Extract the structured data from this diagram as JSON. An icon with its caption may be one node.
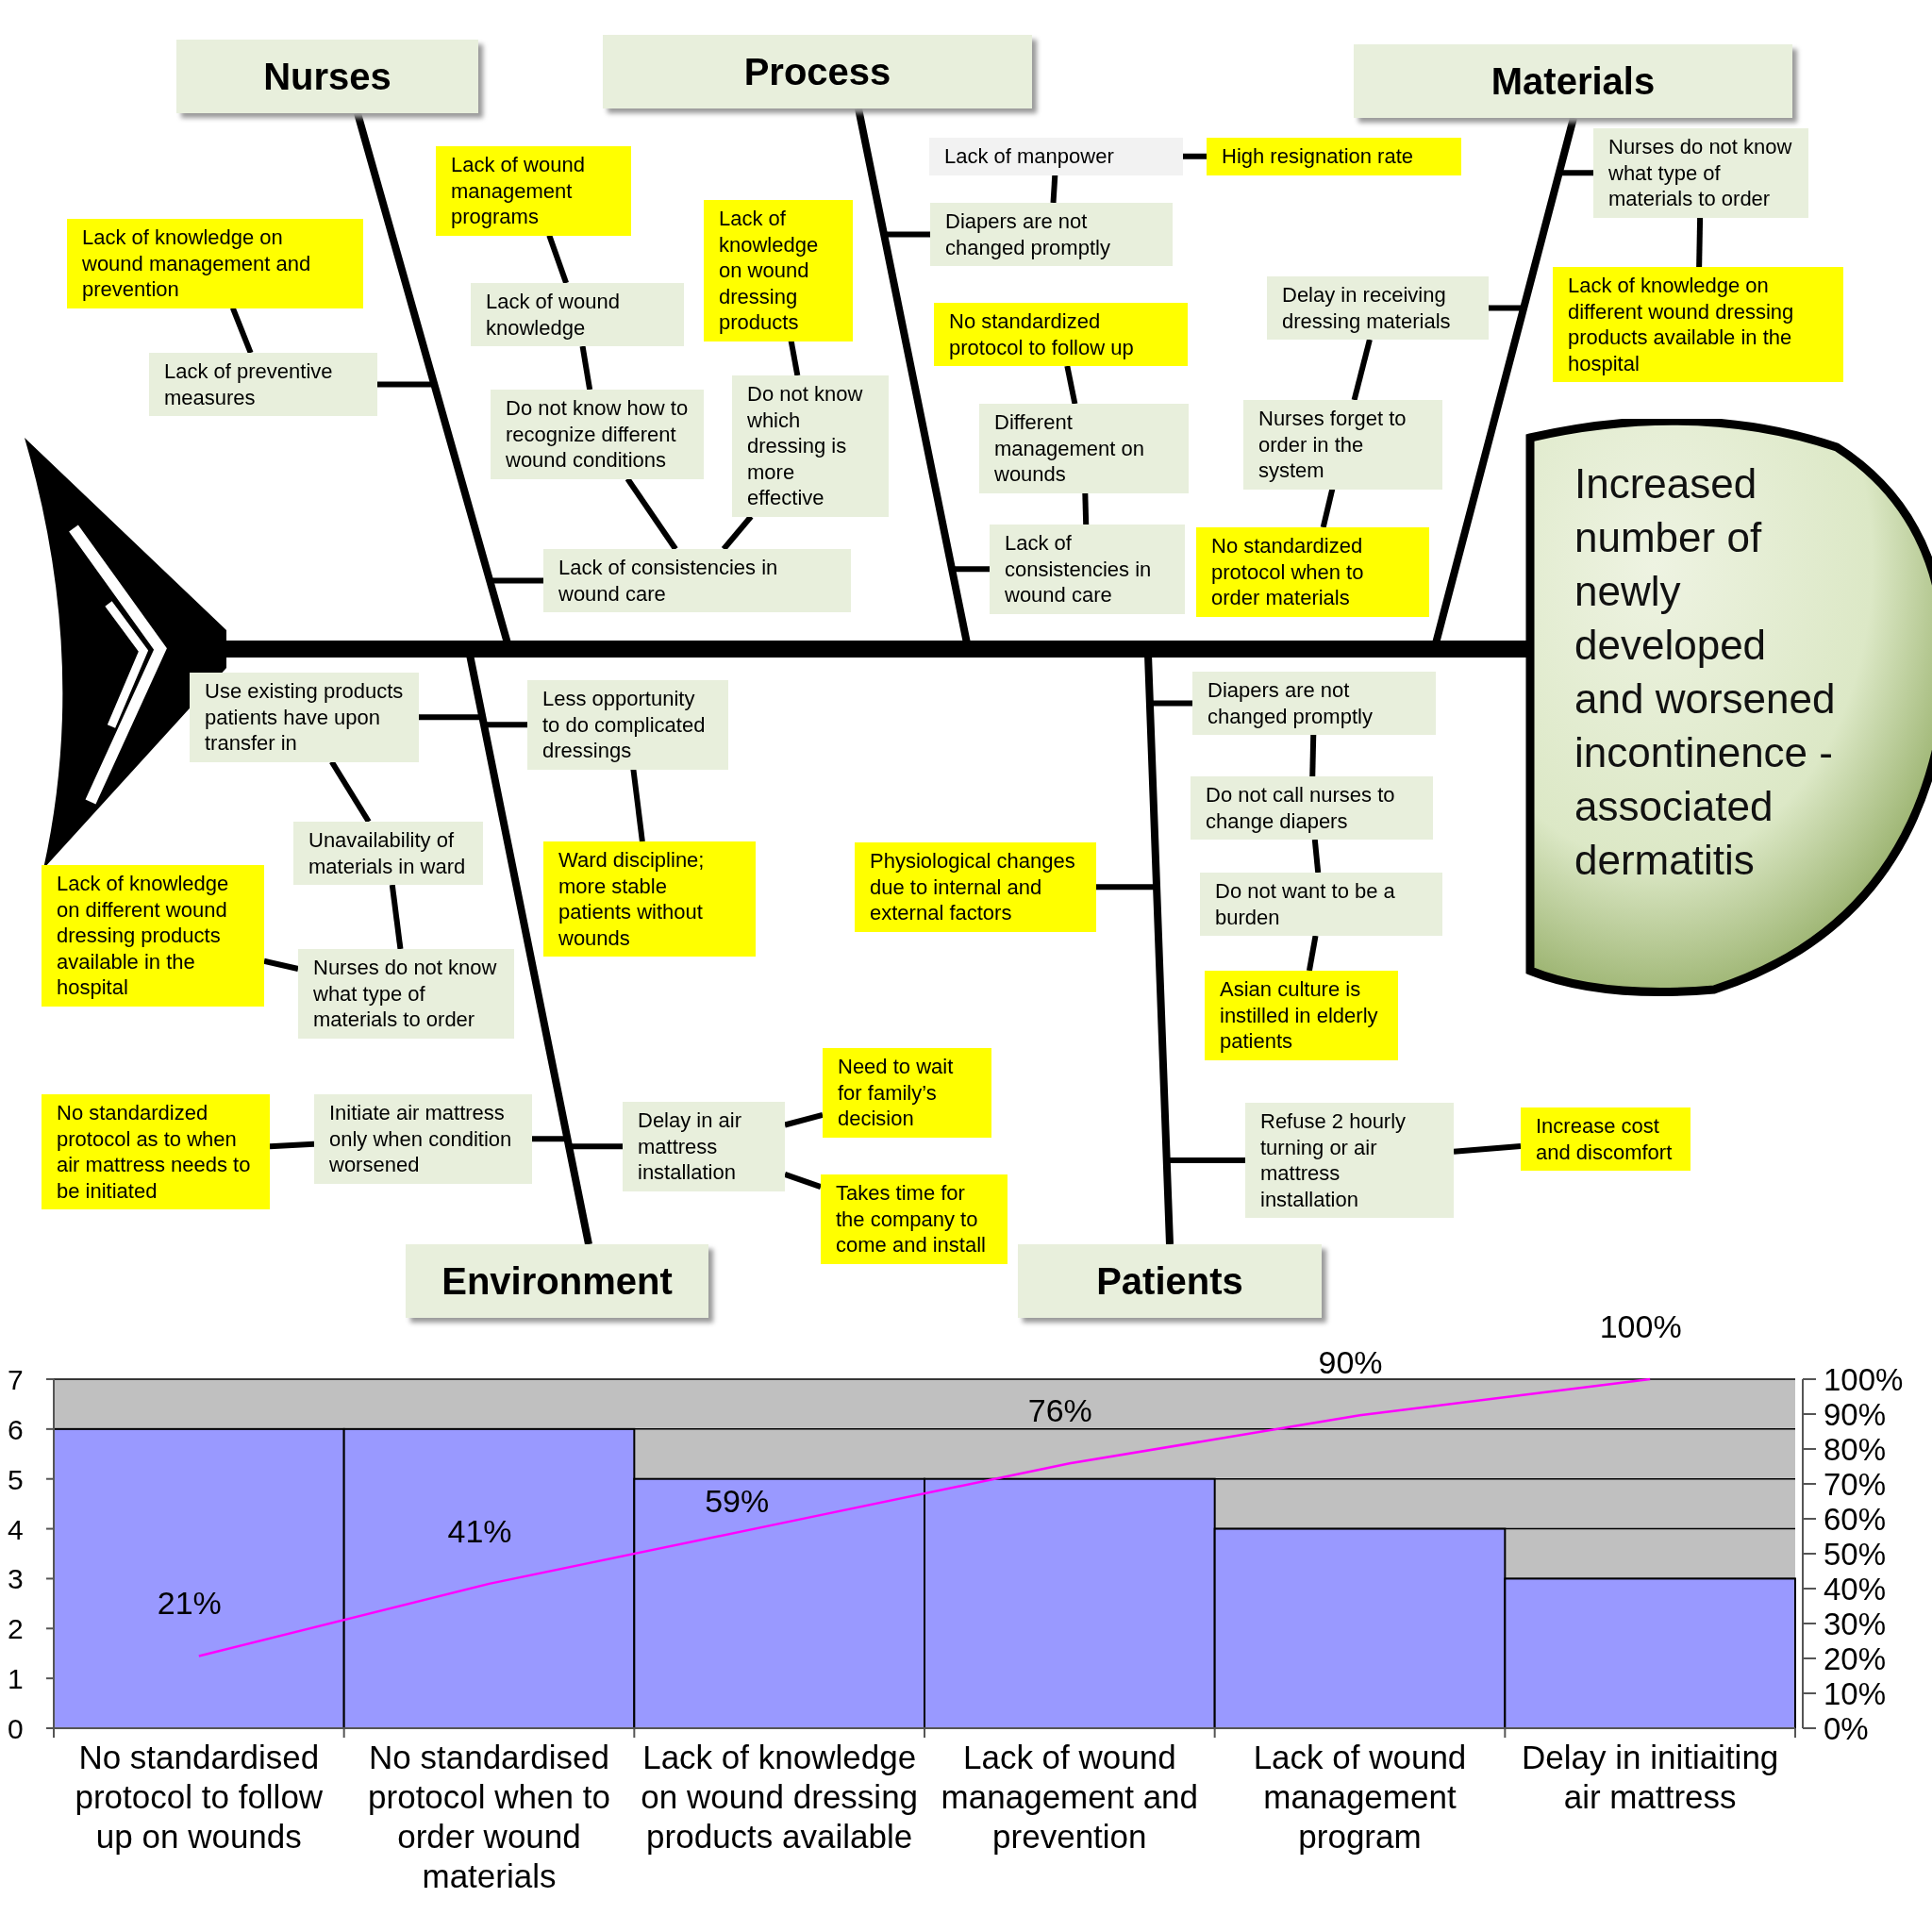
{
  "diagram": {
    "nodes": [
      {
        "text": [
          "Nurses"
        ]
      },
      {
        "text": [
          "Process"
        ]
      },
      {
        "text": [
          "Materials"
        ]
      },
      {
        "text": [
          "Environment"
        ]
      },
      {
        "text": [
          "Patients"
        ]
      },
      {
        "text": [
          "Increased number of newly developed and worsened incontinence -associated dermatitis"
        ]
      },
      {
        "text": [
          "Lack of knowledge on wound management and prevention"
        ]
      },
      {
        "text": [
          "Lack of preventive measures"
        ]
      },
      {
        "text": [
          "Lack of wound management programs"
        ]
      },
      {
        "text": [
          "Lack of wound knowledge"
        ]
      },
      {
        "text": [
          "Do not know how to recognize different wound conditions"
        ]
      },
      {
        "text": [
          "Lack of knowledge on wound dressing products"
        ]
      },
      {
        "text": [
          "Do not know which dressing is more effective"
        ]
      },
      {
        "text": [
          "Lack of consistencies in wound care"
        ]
      },
      {
        "text": [
          "Lack of manpower"
        ]
      },
      {
        "text": [
          "High resignation rate"
        ]
      },
      {
        "text": [
          "Diapers are not changed promptly"
        ]
      },
      {
        "text": [
          "No standardized protocol to follow up"
        ]
      },
      {
        "text": [
          "Different management on wounds"
        ]
      },
      {
        "text": [
          "Lack of consistencies in wound care"
        ]
      },
      {
        "text": [
          "Delay in receiving dressing materials"
        ]
      },
      {
        "text": [
          "Nurses forget to order in the system"
        ]
      },
      {
        "text": [
          "No standardized protocol when to order materials"
        ]
      },
      {
        "text": [
          "Nurses do not know what type of materials to order"
        ]
      },
      {
        "text": [
          "Lack of knowledge on different wound dressing products available in the hospital"
        ]
      },
      {
        "text": [
          "Use existing products patients have upon transfer in"
        ]
      },
      {
        "text": [
          "Unavailability of materials in ward"
        ]
      },
      {
        "text": [
          "Nurses do not know what type of materials to order"
        ]
      },
      {
        "text": [
          "Lack of knowledge on different wound dressing products available in the hospital"
        ]
      },
      {
        "text": [
          "Initiate air mattress only when condition worsened"
        ]
      },
      {
        "text": [
          "No standardized protocol as to when air mattress needs to be initiated"
        ]
      },
      {
        "text": [
          "Less opportunity to do complicated dressings"
        ]
      },
      {
        "text": [
          "Ward discipline; more stable patients without wounds"
        ]
      },
      {
        "text": [
          "Delay in air mattress installation"
        ]
      },
      {
        "text": [
          "Need to wait for family’s decision"
        ]
      },
      {
        "text": [
          "Takes time for the company to come and install"
        ]
      },
      {
        "text": [
          "Physiological changes due to internal and external factors"
        ]
      },
      {
        "text": [
          "Diapers are not changed promptly"
        ]
      },
      {
        "text": [
          "Do not call nurses to change diapers"
        ]
      },
      {
        "text": [
          "Do not want to be a burden"
        ]
      },
      {
        "text": [
          "Asian culture is instilled in elderly patients"
        ]
      },
      {
        "text": [
          "Refuse 2 hourly turning or air mattress installation"
        ]
      },
      {
        "text": [
          "Increase cost and discomfort"
        ]
      },
      {
        "text": [],
        "shape": "picture"
      }
    ],
    "edges": [
      {
        "from": 0,
        "to": 5,
        "arrow": "none"
      },
      {
        "from": 1,
        "to": 5,
        "arrow": "none"
      },
      {
        "from": 2,
        "to": 5,
        "arrow": "none"
      },
      {
        "from": 3,
        "to": 5,
        "arrow": "none"
      },
      {
        "from": 4,
        "to": 5,
        "arrow": "none"
      },
      {
        "from": 6,
        "to": 7,
        "arrow": "none"
      },
      {
        "from": 7,
        "to": null,
        "arrow": "none"
      },
      {
        "from": 8,
        "to": 9,
        "arrow": "none"
      },
      {
        "from": 9,
        "to": 10,
        "arrow": "none"
      },
      {
        "from": 10,
        "to": 13,
        "arrow": "none"
      },
      {
        "from": 11,
        "to": 12,
        "arrow": "none"
      },
      {
        "from": 12,
        "to": 13,
        "arrow": "none"
      },
      {
        "from": 13,
        "to": null,
        "arrow": "none"
      },
      {
        "from": 14,
        "to": 15,
        "arrow": "none"
      },
      {
        "from": 14,
        "to": 16,
        "arrow": "none"
      },
      {
        "from": 16,
        "to": null,
        "arrow": "none"
      },
      {
        "from": 17,
        "to": 18,
        "arrow": "none"
      },
      {
        "from": 18,
        "to": 19,
        "arrow": "none"
      },
      {
        "from": 19,
        "to": null,
        "arrow": "none"
      },
      {
        "from": 23,
        "to": null,
        "arrow": "none"
      },
      {
        "from": 23,
        "to": 24,
        "arrow": "none"
      },
      {
        "from": 20,
        "to": null,
        "arrow": "none"
      },
      {
        "from": 20,
        "to": 21,
        "arrow": "none"
      },
      {
        "from": 21,
        "to": 22,
        "arrow": "none"
      },
      {
        "from": 25,
        "to": null,
        "arrow": "none"
      },
      {
        "from": 25,
        "to": 26,
        "arrow": "none"
      },
      {
        "from": 26,
        "to": 27,
        "arrow": "none"
      },
      {
        "from": 27,
        "to": 28,
        "arrow": "none"
      },
      {
        "from": 31,
        "to": null,
        "arrow": "none"
      },
      {
        "from": 31,
        "to": 32,
        "arrow": "none"
      },
      {
        "from": 29,
        "to": null,
        "arrow": "none"
      },
      {
        "from": 29,
        "to": 30,
        "arrow": "none"
      },
      {
        "from": 33,
        "to": null,
        "arrow": "none"
      },
      {
        "from": 33,
        "to": 34,
        "arrow": "none"
      },
      {
        "from": 33,
        "to": 35,
        "arrow": "none"
      },
      {
        "from": 36,
        "to": null,
        "arrow": "none"
      },
      {
        "from": 37,
        "to": null,
        "arrow": "none"
      },
      {
        "from": 37,
        "to": 38,
        "arrow": "none"
      },
      {
        "from": 38,
        "to": 39,
        "arrow": "none"
      },
      {
        "from": 39,
        "to": 40,
        "arrow": "none"
      },
      {
        "from": 41,
        "to": null,
        "arrow": "none"
      },
      {
        "from": 41,
        "to": 42,
        "arrow": "none"
      },
      {
        "from": 43,
        "to": 5,
        "arrow": "none",
        "style": "thick"
      }
    ],
    "labels": [
      "0%",
      "10%",
      "20%",
      "30%",
      "40%",
      "50%",
      "60%",
      "70%",
      "80%",
      "90%",
      "100%"
    ],
    "chart_data": {
      "type": "bar",
      "categories": [
        "No standardised protocol to follow up on wounds",
        "No standardised protocol when to order wound materials",
        "Lack of knowledge on wound dressing products available",
        "Lack of wound management and prevention",
        "Lack of wound management program",
        "Delay in initiaiting air mattress"
      ],
      "series": [
        {
          "color": "#9999ff",
          "values": [
            6,
            6,
            5,
            5,
            4,
            3
          ]
        }
      ],
      "ylim": [
        0,
        7
      ],
      "yticks": [
        0,
        1,
        2,
        3,
        4,
        5,
        6,
        7
      ],
      "grid": true,
      "annotations": [
        "21%",
        "41%",
        "59%",
        "76%",
        "90%",
        "100%"
      ]
    }
  }
}
